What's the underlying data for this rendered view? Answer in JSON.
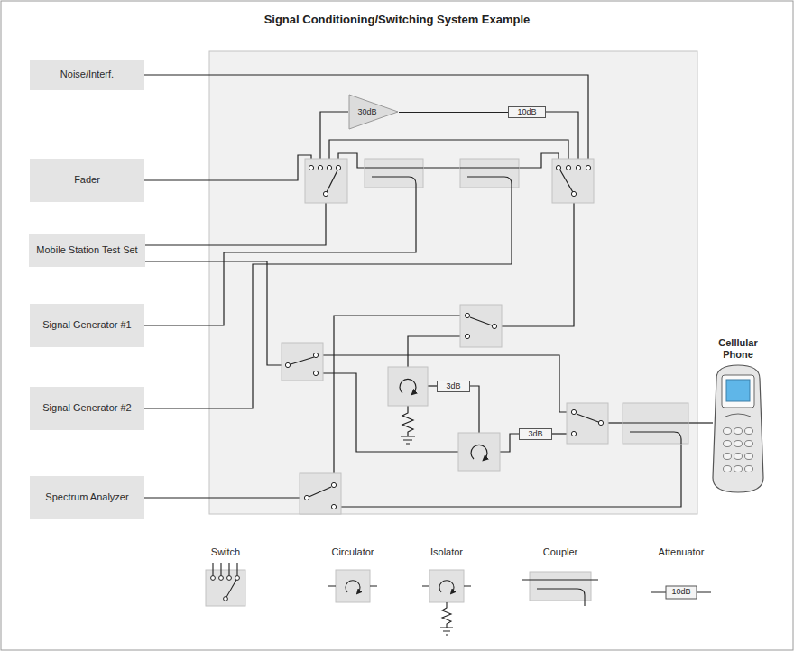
{
  "diagram": {
    "title": "Signal Conditioning/Switching System Example",
    "nodes": [
      {
        "text": [
          "Noise/Interf."
        ]
      },
      {
        "text": [
          "Fader"
        ]
      },
      {
        "text": [
          "Mobile Station Test Set"
        ]
      },
      {
        "text": [
          "Signal Generator #1"
        ]
      },
      {
        "text": [
          "Signal Generator #2"
        ]
      },
      {
        "text": [
          "Spectrum Analyzer"
        ]
      },
      {
        "text": [
          "30dB"
        ]
      },
      {
        "text": [
          "10dB"
        ]
      },
      {
        "text": [
          "3dB"
        ]
      },
      {
        "text": [
          "3dB"
        ]
      },
      {
        "text": [
          "Celllular Phone"
        ]
      }
    ],
    "edges": [
      {
        "from": 6,
        "to": 7,
        "arrow": "none"
      }
    ],
    "labels": [
      "10dB"
    ],
    "legend": [
      {
        "text": "Switch"
      },
      {
        "text": "Circulator"
      },
      {
        "text": "Isolator"
      },
      {
        "text": "Coupler"
      },
      {
        "text": "Attenuator"
      }
    ]
  }
}
